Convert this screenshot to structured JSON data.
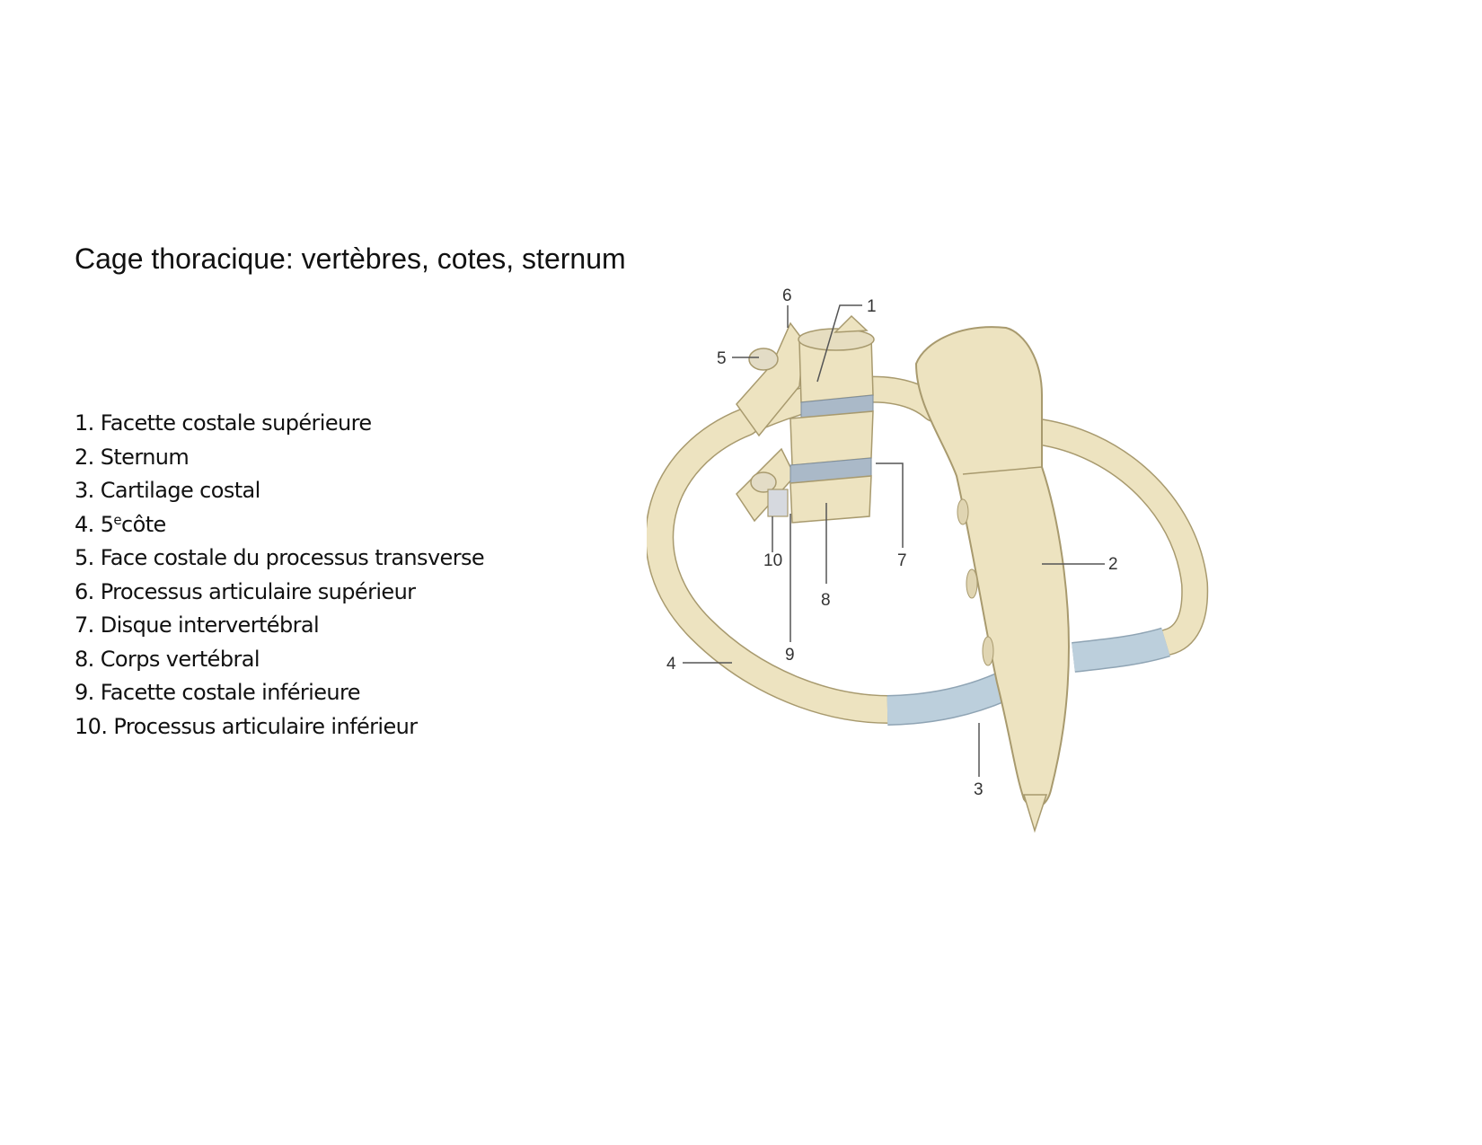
{
  "title": "Cage thoracique: vertèbres, cotes, sternum",
  "legend": [
    {
      "num": "1.",
      "label": "Facette costale supérieure"
    },
    {
      "num": "2.",
      "label": "Sternum"
    },
    {
      "num": "3.",
      "label": "Cartilage costal"
    },
    {
      "num": "4.",
      "label_prefix": "5",
      "label_sup": "e",
      "label": "côte"
    },
    {
      "num": "5.",
      "label": "Face costale du processus transverse"
    },
    {
      "num": "6.",
      "label": "Processus articulaire supérieur"
    },
    {
      "num": "7.",
      "label": "Disque intervertébral"
    },
    {
      "num": "8.",
      "label": "Corps vertébral"
    },
    {
      "num": "9.",
      "label": "Facette costale inférieure"
    },
    {
      "num": "10.",
      "label": "Processus articulaire inférieur"
    }
  ],
  "figure": {
    "callouts": [
      "1",
      "2",
      "3",
      "4",
      "5",
      "6",
      "7",
      "8",
      "9",
      "10"
    ],
    "colors": {
      "bone": "#ede3c0",
      "bone_edge": "#a89a6e",
      "cartilage": "#bccfdc",
      "disc": "#aab9c8",
      "leader": "#555555"
    }
  }
}
